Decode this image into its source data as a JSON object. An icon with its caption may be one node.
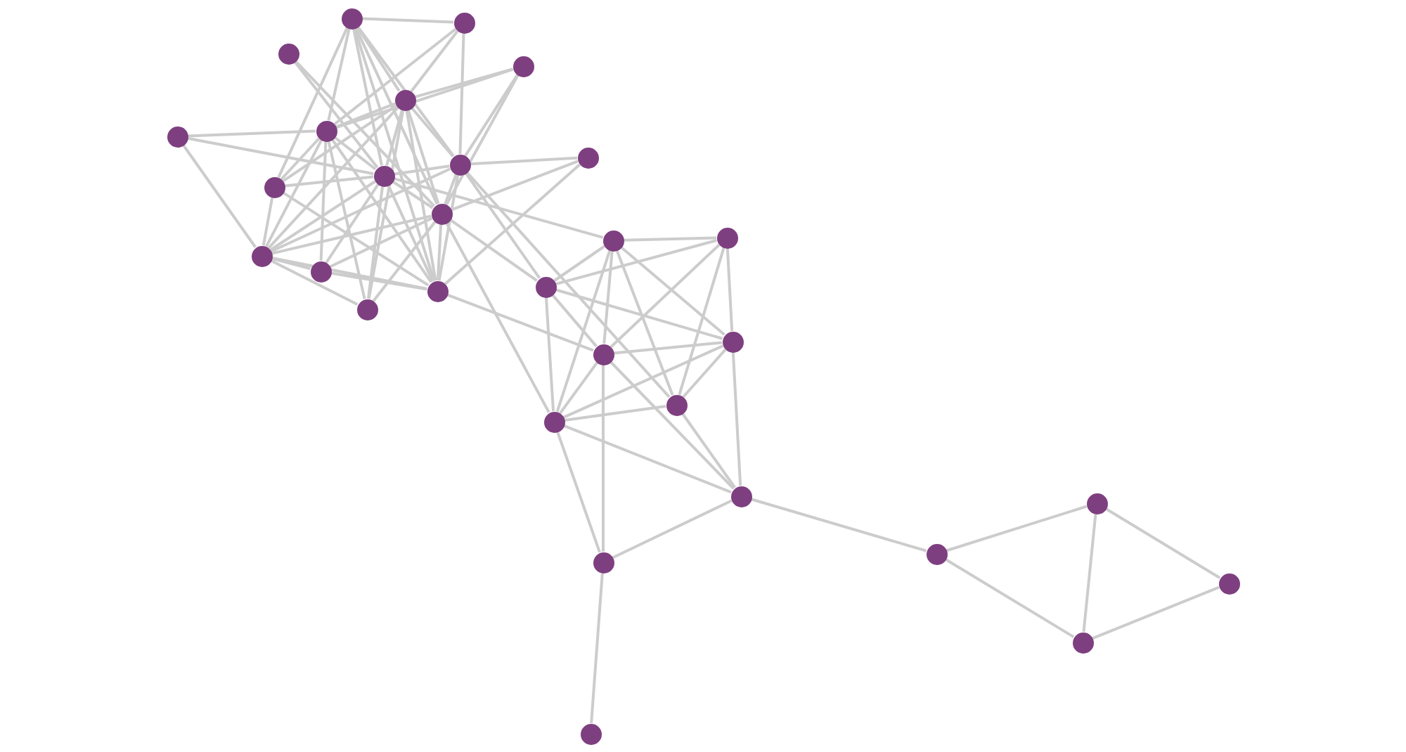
{
  "diagram": {
    "nodes": [
      {
        "text": [],
        "shape": "circle"
      },
      {
        "text": [],
        "shape": "circle"
      },
      {
        "text": [],
        "shape": "circle"
      },
      {
        "text": [],
        "shape": "circle"
      },
      {
        "text": [],
        "shape": "circle"
      },
      {
        "text": [],
        "shape": "circle"
      },
      {
        "text": [],
        "shape": "circle"
      },
      {
        "text": [],
        "shape": "circle"
      },
      {
        "text": [],
        "shape": "circle"
      },
      {
        "text": [],
        "shape": "circle"
      },
      {
        "text": [],
        "shape": "circle"
      },
      {
        "text": [],
        "shape": "circle"
      },
      {
        "text": [],
        "shape": "circle"
      },
      {
        "text": [],
        "shape": "circle"
      },
      {
        "text": [],
        "shape": "circle"
      },
      {
        "text": [],
        "shape": "circle"
      },
      {
        "text": [],
        "shape": "circle"
      },
      {
        "text": [],
        "shape": "circle"
      },
      {
        "text": [],
        "shape": "circle"
      },
      {
        "text": [],
        "shape": "circle"
      },
      {
        "text": [],
        "shape": "circle"
      },
      {
        "text": [],
        "shape": "circle"
      },
      {
        "text": [],
        "shape": "circle"
      },
      {
        "text": [],
        "shape": "circle"
      },
      {
        "text": [],
        "shape": "circle"
      },
      {
        "text": [],
        "shape": "circle"
      },
      {
        "text": [],
        "shape": "circle"
      },
      {
        "text": [],
        "shape": "circle"
      },
      {
        "text": [],
        "shape": "circle"
      },
      {
        "text": [],
        "shape": "circle"
      }
    ],
    "edges": [
      {
        "from": 0,
        "to": 1,
        "arrow": "none"
      },
      {
        "from": 0,
        "to": 4,
        "arrow": "none"
      },
      {
        "from": 0,
        "to": 5,
        "arrow": "none"
      },
      {
        "from": 0,
        "to": 8,
        "arrow": "none"
      },
      {
        "from": 0,
        "to": 9,
        "arrow": "none"
      },
      {
        "from": 0,
        "to": 10,
        "arrow": "none"
      },
      {
        "from": 0,
        "to": 11,
        "arrow": "none"
      },
      {
        "from": 0,
        "to": 17,
        "arrow": "none"
      },
      {
        "from": 1,
        "to": 4,
        "arrow": "none"
      },
      {
        "from": 1,
        "to": 5,
        "arrow": "none"
      },
      {
        "from": 1,
        "to": 8,
        "arrow": "none"
      },
      {
        "from": 2,
        "to": 9,
        "arrow": "none"
      },
      {
        "from": 2,
        "to": 11,
        "arrow": "none"
      },
      {
        "from": 3,
        "to": 4,
        "arrow": "none"
      },
      {
        "from": 3,
        "to": 5,
        "arrow": "none"
      },
      {
        "from": 3,
        "to": 8,
        "arrow": "none"
      },
      {
        "from": 3,
        "to": 11,
        "arrow": "none"
      },
      {
        "from": 4,
        "to": 5,
        "arrow": "none"
      },
      {
        "from": 4,
        "to": 8,
        "arrow": "none"
      },
      {
        "from": 4,
        "to": 9,
        "arrow": "none"
      },
      {
        "from": 4,
        "to": 10,
        "arrow": "none"
      },
      {
        "from": 4,
        "to": 11,
        "arrow": "none"
      },
      {
        "from": 4,
        "to": 14,
        "arrow": "none"
      },
      {
        "from": 4,
        "to": 17,
        "arrow": "none"
      },
      {
        "from": 4,
        "to": 18,
        "arrow": "none"
      },
      {
        "from": 5,
        "to": 6,
        "arrow": "none"
      },
      {
        "from": 5,
        "to": 9,
        "arrow": "none"
      },
      {
        "from": 5,
        "to": 10,
        "arrow": "none"
      },
      {
        "from": 5,
        "to": 14,
        "arrow": "none"
      },
      {
        "from": 5,
        "to": 15,
        "arrow": "none"
      },
      {
        "from": 5,
        "to": 17,
        "arrow": "none"
      },
      {
        "from": 5,
        "to": 18,
        "arrow": "none"
      },
      {
        "from": 6,
        "to": 9,
        "arrow": "none"
      },
      {
        "from": 6,
        "to": 14,
        "arrow": "none"
      },
      {
        "from": 7,
        "to": 8,
        "arrow": "none"
      },
      {
        "from": 7,
        "to": 11,
        "arrow": "none"
      },
      {
        "from": 7,
        "to": 17,
        "arrow": "none"
      },
      {
        "from": 8,
        "to": 9,
        "arrow": "none"
      },
      {
        "from": 8,
        "to": 11,
        "arrow": "none"
      },
      {
        "from": 8,
        "to": 14,
        "arrow": "none"
      },
      {
        "from": 8,
        "to": 16,
        "arrow": "none"
      },
      {
        "from": 8,
        "to": 17,
        "arrow": "none"
      },
      {
        "from": 8,
        "to": 21,
        "arrow": "none"
      },
      {
        "from": 9,
        "to": 10,
        "arrow": "none"
      },
      {
        "from": 9,
        "to": 11,
        "arrow": "none"
      },
      {
        "from": 9,
        "to": 13,
        "arrow": "none"
      },
      {
        "from": 9,
        "to": 14,
        "arrow": "none"
      },
      {
        "from": 9,
        "to": 15,
        "arrow": "none"
      },
      {
        "from": 9,
        "to": 17,
        "arrow": "none"
      },
      {
        "from": 9,
        "to": 18,
        "arrow": "none"
      },
      {
        "from": 10,
        "to": 14,
        "arrow": "none"
      },
      {
        "from": 10,
        "to": 17,
        "arrow": "none"
      },
      {
        "from": 11,
        "to": 14,
        "arrow": "none"
      },
      {
        "from": 11,
        "to": 15,
        "arrow": "none"
      },
      {
        "from": 11,
        "to": 16,
        "arrow": "none"
      },
      {
        "from": 11,
        "to": 17,
        "arrow": "none"
      },
      {
        "from": 11,
        "to": 18,
        "arrow": "none"
      },
      {
        "from": 11,
        "to": 22,
        "arrow": "none"
      },
      {
        "from": 14,
        "to": 15,
        "arrow": "none"
      },
      {
        "from": 14,
        "to": 17,
        "arrow": "none"
      },
      {
        "from": 14,
        "to": 18,
        "arrow": "none"
      },
      {
        "from": 15,
        "to": 17,
        "arrow": "none"
      },
      {
        "from": 17,
        "to": 20,
        "arrow": "none"
      },
      {
        "from": 12,
        "to": 13,
        "arrow": "none"
      },
      {
        "from": 13,
        "to": 16,
        "arrow": "none"
      },
      {
        "from": 13,
        "to": 19,
        "arrow": "none"
      },
      {
        "from": 13,
        "to": 20,
        "arrow": "none"
      },
      {
        "from": 13,
        "to": 21,
        "arrow": "none"
      },
      {
        "from": 13,
        "to": 22,
        "arrow": "none"
      },
      {
        "from": 12,
        "to": 16,
        "arrow": "none"
      },
      {
        "from": 12,
        "to": 19,
        "arrow": "none"
      },
      {
        "from": 12,
        "to": 20,
        "arrow": "none"
      },
      {
        "from": 12,
        "to": 21,
        "arrow": "none"
      },
      {
        "from": 16,
        "to": 19,
        "arrow": "none"
      },
      {
        "from": 16,
        "to": 20,
        "arrow": "none"
      },
      {
        "from": 16,
        "to": 22,
        "arrow": "none"
      },
      {
        "from": 19,
        "to": 20,
        "arrow": "none"
      },
      {
        "from": 19,
        "to": 21,
        "arrow": "none"
      },
      {
        "from": 19,
        "to": 22,
        "arrow": "none"
      },
      {
        "from": 19,
        "to": 23,
        "arrow": "none"
      },
      {
        "from": 20,
        "to": 22,
        "arrow": "none"
      },
      {
        "from": 20,
        "to": 23,
        "arrow": "none"
      },
      {
        "from": 20,
        "to": 26,
        "arrow": "none"
      },
      {
        "from": 21,
        "to": 22,
        "arrow": "none"
      },
      {
        "from": 21,
        "to": 23,
        "arrow": "none"
      },
      {
        "from": 22,
        "to": 23,
        "arrow": "none"
      },
      {
        "from": 22,
        "to": 26,
        "arrow": "none"
      },
      {
        "from": 23,
        "to": 24,
        "arrow": "none"
      },
      {
        "from": 23,
        "to": 26,
        "arrow": "none"
      },
      {
        "from": 24,
        "to": 25,
        "arrow": "none"
      },
      {
        "from": 24,
        "to": 28,
        "arrow": "none"
      },
      {
        "from": 25,
        "to": 27,
        "arrow": "none"
      },
      {
        "from": 25,
        "to": 28,
        "arrow": "none"
      },
      {
        "from": 27,
        "to": 28,
        "arrow": "none"
      },
      {
        "from": 26,
        "to": 29,
        "arrow": "none"
      }
    ]
  }
}
